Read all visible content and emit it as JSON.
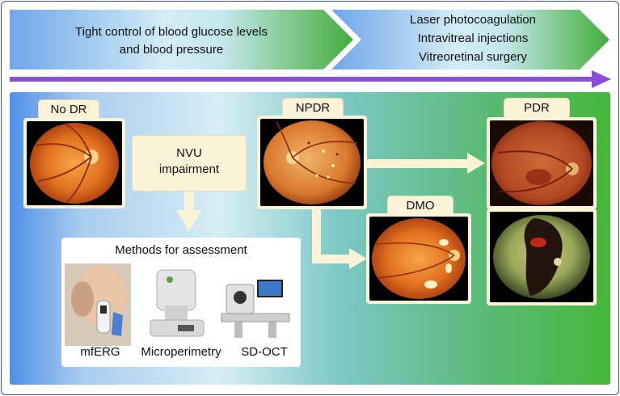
{
  "top_band": {
    "left_text_line1": "Tight control of blood glucose levels",
    "left_text_line2": "and blood pressure",
    "right_text_line1": "Laser photocoagulation",
    "right_text_line2": "Intravitreal injections",
    "right_text_line3": "Vitreoretinal surgery"
  },
  "stages": {
    "no_dr": "No DR",
    "npdr": "NPDR",
    "pdr": "PDR",
    "dmo": "DMO"
  },
  "nvu": {
    "line1": "NVU",
    "line2": "impairment"
  },
  "methods": {
    "title": "Methods for assessment",
    "items": [
      "mfERG",
      "Microperimetry",
      "SD-OCT"
    ]
  },
  "colors": {
    "arrow": "#8a4fd8",
    "panel_left": "#4f8fe8",
    "panel_mid": "#b9e0e4",
    "panel_right": "#4bb83c",
    "note_fill": "#fbf3d8",
    "frame": "#3a4fb0"
  }
}
